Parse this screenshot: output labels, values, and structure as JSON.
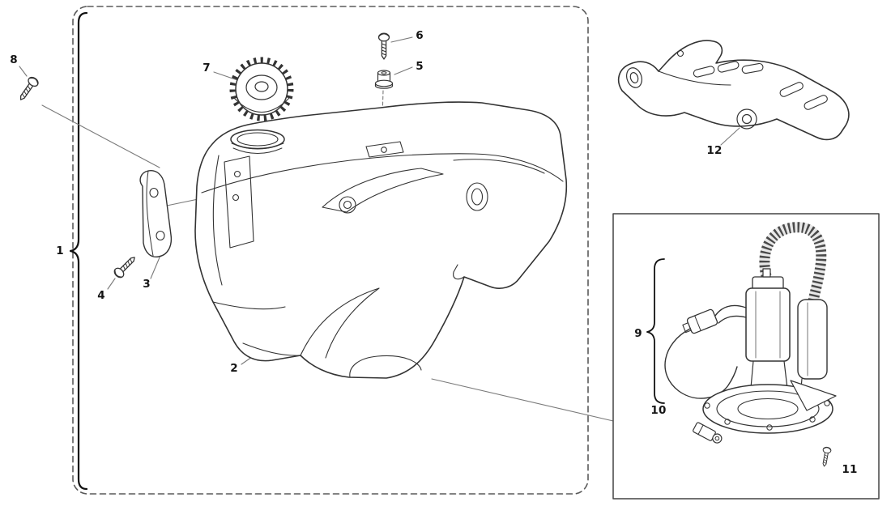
{
  "diagram": {
    "background": "#ffffff",
    "line_color": "#333333",
    "leader_color": "#7a7a7a",
    "label_color": "#141414"
  },
  "parts": [
    {
      "number": "1",
      "name": "tank-assembly-group"
    },
    {
      "number": "2",
      "name": "fuel-tank"
    },
    {
      "number": "3",
      "name": "mounting-bracket"
    },
    {
      "number": "4",
      "name": "bracket-screw"
    },
    {
      "number": "5",
      "name": "spacer-bushing"
    },
    {
      "number": "6",
      "name": "tank-bolt"
    },
    {
      "number": "7",
      "name": "fuel-filler-cap"
    },
    {
      "number": "8",
      "name": "front-screw"
    },
    {
      "number": "9",
      "name": "fuel-pump-assembly"
    },
    {
      "number": "10",
      "name": "pump-flange"
    },
    {
      "number": "11",
      "name": "pump-screw"
    },
    {
      "number": "12",
      "name": "tank-guard"
    }
  ]
}
